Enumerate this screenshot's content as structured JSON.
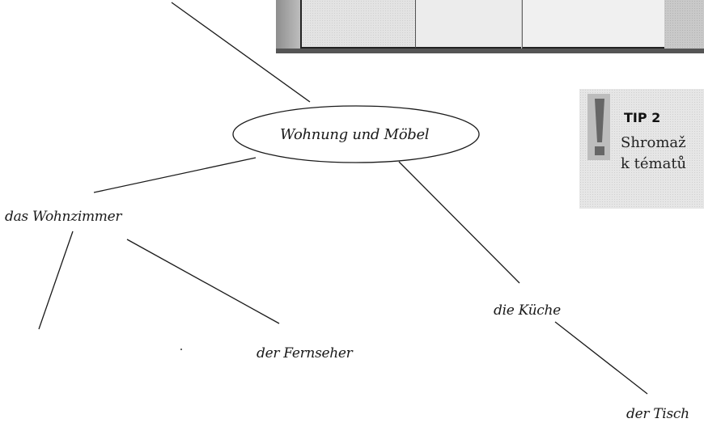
{
  "mindmap": {
    "center": "Wohnung und Möbel",
    "nodes": {
      "wohnzimmer": "das Wohnzimmer",
      "fernseher": "der Fernseher",
      "kueche": "die Küche",
      "tisch": "der Tisch"
    }
  },
  "tip": {
    "title": "TIP 2",
    "lines": [
      "Shromaž",
      "k tématů"
    ]
  }
}
